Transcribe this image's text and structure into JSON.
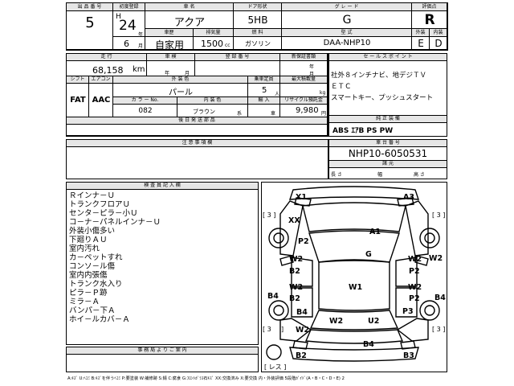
{
  "header": {
    "lot_label": "出 品 番 号",
    "lot_no": "5",
    "first_reg_label": "初度登録",
    "era": "H",
    "year": "24",
    "year_unit": "年",
    "month": "6",
    "month_unit": "月",
    "car_name_label": "車 名",
    "car_name": "アクア",
    "body_label": "ドア形状",
    "body": "5HB",
    "grade_label": "グ レ ー ド",
    "grade": "G",
    "score_label": "評価点",
    "score": "R",
    "exterior_label": "外装",
    "exterior": "E",
    "interior_label": "内装",
    "interior": "D",
    "usage_label": "車歴",
    "usage": "自家用",
    "cc_label": "排気量",
    "cc": "1500",
    "cc_unit": "cc",
    "fuel_label": "燃 料",
    "fuel": "ガソリン",
    "model_label": "型 式",
    "model": "DAA-NHP10"
  },
  "specs": {
    "mileage_label": "走 行",
    "mileage": "68,158",
    "mileage_unit": "km",
    "inspection_label": "車 検",
    "inspection_year_unit": "年",
    "inspection_month_unit": "月",
    "registration_label": "登 録 番 号",
    "warranty_label": "新保証書類",
    "warranty_year": "年",
    "warranty_month": "月",
    "shift_label": "シフト",
    "ac_label": "エアコン",
    "shift": "FAT",
    "ac": "AAC",
    "color_label": "外 装 色",
    "color": "パール",
    "color_no_label": "カ ラ ー No.",
    "color_no": "082",
    "interior_color_label": "内 装 色",
    "interior_color": "ブラウン",
    "interior_color_unit": "系",
    "capacity_label": "乗車定員",
    "capacity": "5",
    "capacity_unit": "人",
    "max_load_label": "最大積載量",
    "max_load_unit": "kg",
    "import_label": "輸 入",
    "import_value": "車",
    "recycle_label": "リサイクル預託金",
    "recycle": "9,980",
    "recycle_unit": "円",
    "aftermarket_label": "後 日 発 送 部 品"
  },
  "selling_points": {
    "label": "セ ー ル ス ポ イ ン ト",
    "lines": [
      "社外８インチナビ、地デジＴＶ",
      "ＥＴＣ",
      "スマートキー、プッシュスタート"
    ]
  },
  "equipment": {
    "label": "純 正 装 備",
    "value": "ABS ｴｱB PS PW"
  },
  "chassis": {
    "label": "車 台 番 号",
    "value": "NHP10-6050531",
    "dimensions_label": "諸 元",
    "length_label": "長 さ",
    "width_label": "幅",
    "height_label": "高 さ"
  },
  "notes": {
    "label": "注 意 事 項 欄"
  },
  "inspector": {
    "label": "検 査 員 記 入 欄",
    "lines": [
      "Ｒインナ－Ｕ",
      "トランクフロアＵ",
      "センタ－ピラ－小Ｕ",
      "コ－ナ－パネルインナ－Ｕ",
      "外装小傷多い",
      "下廻りＡＵ",
      "室内汚れ",
      "カ－ペットすれ",
      "コンソ－ル傷",
      "室内内張傷",
      "トランク水入り",
      "ピラ－Ｐ跡",
      "ミラ－Ａ",
      "バンパ－下Ａ",
      "ホイ－ルカバ－Ａ"
    ]
  },
  "office": {
    "label": "事 務 局 よ り ご 案 内"
  },
  "diagram": {
    "marks": [
      "X1",
      "A3",
      "XX",
      "A1",
      "P2",
      "G",
      "W2",
      "W2",
      "W2",
      "B2",
      "P2",
      "W2",
      "W1",
      "W2",
      "B2",
      "P2",
      "B4",
      "B4",
      "P3",
      "B4",
      "W2",
      "W2",
      "U2",
      "B4",
      "B2",
      "B3"
    ],
    "bracket_3": "[ 3 ]",
    "bracket_3b": "[ 3",
    "bracket_3c": "]",
    "bracket_les": "[ レス ]"
  },
  "legend": {
    "text": "A:ｷｽﾞ U:ﾍｺﾐ B:ｷｽﾞを伴うﾍｺﾐ P:要塗装 W:補修跡 S:錆 C:腐食 G:ﾌﾛﾝﾄｶﾞﾗｽ石ｷｽﾞ XX:交換済み X:要交換 内・外装評価 5段階ｶﾞｲﾄﾞ(A・B・C・D・E) 2"
  }
}
